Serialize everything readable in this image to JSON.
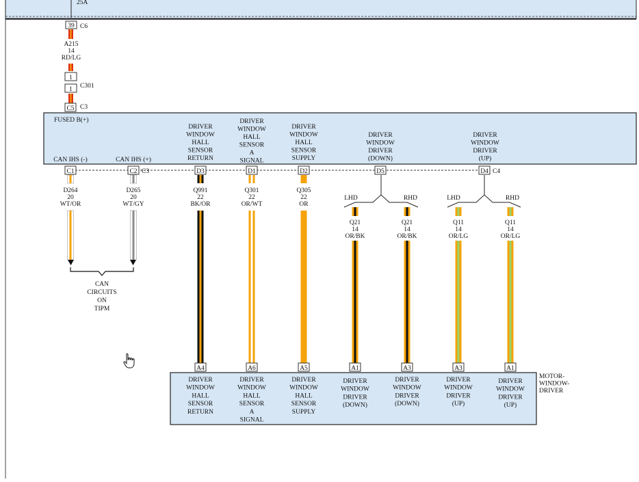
{
  "top_fuse": {
    "rating": "25A"
  },
  "feed": {
    "c6_pin": "39",
    "c6_connector": "C6",
    "wire_circuit": "A215",
    "wire_gauge": "14",
    "wire_color": "RD/LG",
    "c301_pin_upper": "1",
    "c301_pin_lower": "1",
    "c301_connector": "C301",
    "c3_pin": "C5",
    "c3_connector": "C3"
  },
  "module": {
    "fused_label": "FUSED B(+)",
    "can_minus_label": "CAN IHS (-)",
    "can_plus_label": "CAN IHS (+)",
    "func_labels": [
      [
        "DRIVER",
        "WINDOW",
        "HALL",
        "SENSOR",
        "RETURN"
      ],
      [
        "DRIVER",
        "WINDOW",
        "HALL",
        "SENSOR",
        "A",
        "SIGNAL"
      ],
      [
        "DRIVER",
        "WINDOW",
        "HALL",
        "SENSOR",
        "SUPPLY"
      ],
      [
        "DRIVER",
        "WINDOW",
        "DRIVER",
        "(DOWN)"
      ],
      [
        "DRIVER",
        "WINDOW",
        "DRIVER",
        "(UP)"
      ]
    ],
    "pins": [
      "C1",
      "C2",
      "D3",
      "D1",
      "D2",
      "D5",
      "D4"
    ],
    "c3_label": "C3",
    "c4_label": "C4"
  },
  "wires": [
    {
      "circuit": "D264",
      "gauge": "20",
      "color": "WT/OR",
      "main_hex": "#ffffff",
      "stripe_hex": "#f5a30a"
    },
    {
      "circuit": "D265",
      "gauge": "20",
      "color": "WT/GY",
      "main_hex": "#ffffff",
      "stripe_hex": "#8c8c8c"
    },
    {
      "circuit": "Q991",
      "gauge": "22",
      "color": "BK/OR",
      "main_hex": "#111111",
      "stripe_hex": "#f5a30a"
    },
    {
      "circuit": "Q301",
      "gauge": "22",
      "color": "OR/WT",
      "main_hex": "#f5a30a",
      "stripe_hex": "#ffffff"
    },
    {
      "circuit": "Q305",
      "gauge": "22",
      "color": "OR",
      "main_hex": "#f5a30a",
      "stripe_hex": "#f5a30a"
    },
    {
      "circuit": "Q21",
      "gauge": "14",
      "color": "OR/BK",
      "main_hex": "#f5a30a",
      "stripe_hex": "#111111"
    },
    {
      "circuit": "Q21",
      "gauge": "14",
      "color": "OR/BK",
      "main_hex": "#f5a30a",
      "stripe_hex": "#111111"
    },
    {
      "circuit": "Q11",
      "gauge": "14",
      "color": "OR/LG",
      "main_hex": "#f5a30a",
      "stripe_hex": "#9ad26a"
    },
    {
      "circuit": "Q11",
      "gauge": "14",
      "color": "OR/LG",
      "main_hex": "#f5a30a",
      "stripe_hex": "#9ad26a"
    }
  ],
  "branches": {
    "lhd": "LHD",
    "rhd": "RHD"
  },
  "can_note": [
    "CAN",
    "CIRCUITS",
    "ON",
    "TIPM"
  ],
  "motor": {
    "name_lines": [
      "MOTOR-",
      "WINDOW-",
      "DRIVER"
    ],
    "pins": [
      "A4",
      "A6",
      "A5",
      "A1",
      "A3",
      "A3",
      "A1"
    ],
    "func_labels": [
      [
        "DRIVER",
        "WINDOW",
        "HALL",
        "SENSOR",
        "RETURN"
      ],
      [
        "DRIVER",
        "WINDOW",
        "HALL",
        "SENSOR",
        "A",
        "SIGNAL"
      ],
      [
        "DRIVER",
        "WINDOW",
        "HALL",
        "SENSOR",
        "SUPPLY"
      ],
      [
        "DRIVER",
        "WINDOW",
        "DRIVER",
        "(DOWN)"
      ],
      [
        "DRIVER",
        "WINDOW",
        "DRIVER",
        "(DOWN)"
      ],
      [
        "DRIVER",
        "WINDOW",
        "DRIVER",
        "(UP)"
      ],
      [
        "DRIVER",
        "WINDOW",
        "DRIVER",
        "(UP)"
      ]
    ]
  },
  "colors": {
    "module_fill": "#d6e6f5",
    "box_stroke": "#222222",
    "feed_wire": "#e03010",
    "feed_stripe": "#f5a30a"
  }
}
